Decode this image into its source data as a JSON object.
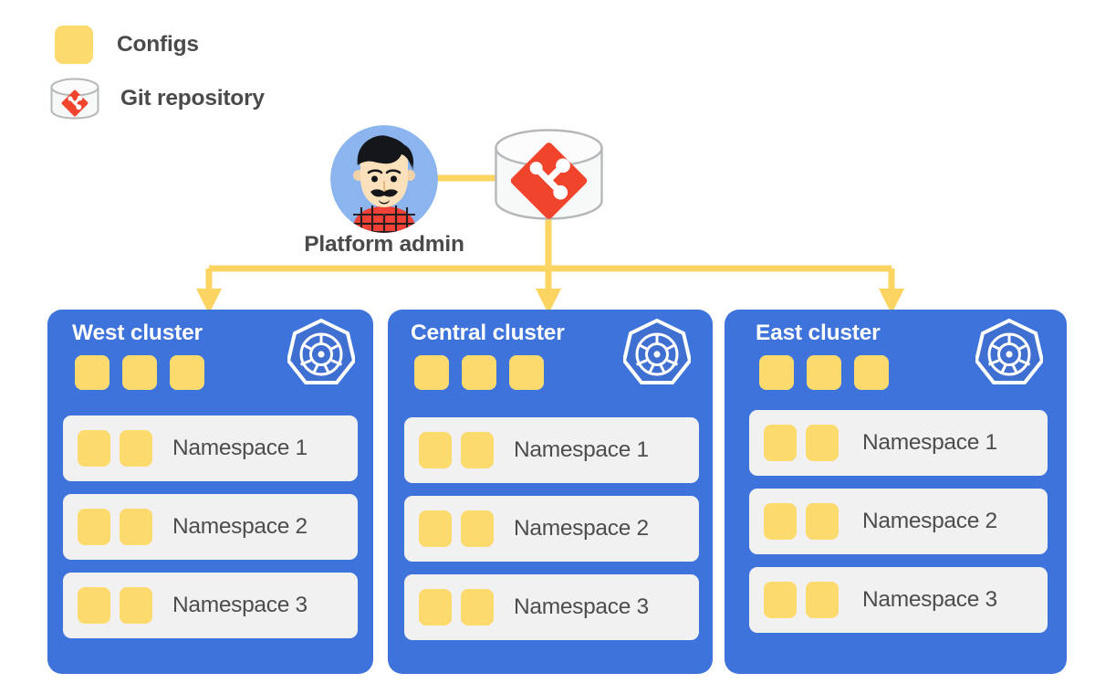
{
  "colors": {
    "config_yellow": "#fcda6e",
    "cluster_blue": "#3d73db",
    "connector_yellow": "#fcd462",
    "git_red": "#f0442c",
    "namespace_bg": "#f1f1f1",
    "text_gray": "#4a4a4a",
    "avatar_bg": "#8cb4ef",
    "cylinder_fill": "#f7f8f8",
    "cylinder_stroke": "#b5b8ba"
  },
  "legend": {
    "items": [
      {
        "icon": "config-square-icon",
        "label": "Configs"
      },
      {
        "icon": "git-repository-cylinder-icon",
        "label": "Git repository"
      }
    ]
  },
  "admin": {
    "icon": "user-avatar-icon",
    "label": "Platform admin"
  },
  "git_repository": {
    "icon": "git-repository-cylinder-icon"
  },
  "clusters": [
    {
      "id": "west",
      "title": "West cluster",
      "logo": "kubernetes-logo-icon",
      "cluster_config_count": 3,
      "namespaces": [
        {
          "label": "Namespace 1",
          "config_count": 2
        },
        {
          "label": "Namespace 2",
          "config_count": 2
        },
        {
          "label": "Namespace 3",
          "config_count": 2
        }
      ]
    },
    {
      "id": "central",
      "title": "Central cluster",
      "logo": "kubernetes-logo-icon",
      "cluster_config_count": 3,
      "namespaces": [
        {
          "label": "Namespace 1",
          "config_count": 2
        },
        {
          "label": "Namespace 2",
          "config_count": 2
        },
        {
          "label": "Namespace 3",
          "config_count": 2
        }
      ]
    },
    {
      "id": "east",
      "title": "East cluster",
      "logo": "kubernetes-logo-icon",
      "cluster_config_count": 3,
      "namespaces": [
        {
          "label": "Namespace 1",
          "config_count": 2
        },
        {
          "label": "Namespace 2",
          "config_count": 2
        },
        {
          "label": "Namespace 3",
          "config_count": 2
        }
      ]
    }
  ],
  "connectors": {
    "admin_to_git": "horizontal-line",
    "git_to_bus": "vertical-line",
    "bus": "horizontal-distribution-line",
    "arrows": [
      "west-cluster-arrow",
      "central-cluster-arrow",
      "east-cluster-arrow"
    ]
  }
}
